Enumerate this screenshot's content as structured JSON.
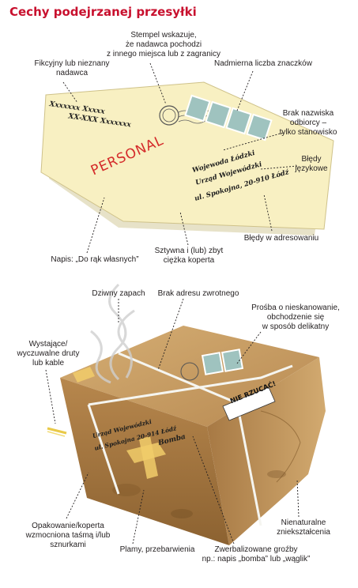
{
  "title": "Cechy podejrzanej przesyłki",
  "envelope": {
    "sender_line1": "Xxxxxxx Xxxxx",
    "sender_line2": "XX-XXX Xxxxxxx",
    "personal": "PERSONAL",
    "addr_line1": "Wojewoda Łódzki",
    "addr_line2": "Urząd Wojewódzki",
    "addr_line3": "ul. Spokojna, 20-910 Łódź"
  },
  "package": {
    "addr_line1": "Urząd Wojewódzki",
    "addr_line2": "ul. Spokojna 20-914 Łódź",
    "bomba": "Bomba",
    "sticker": "NIE RZUCAĆ!"
  },
  "labels": {
    "fictitious_sender": "Fikcyjny lub nieznany\nnadawca",
    "stamp_origin": "Stempel wskazuje,\nże nadawca pochodzi\nz innego miejsca lub z zagranicy",
    "excess_stamps": "Nadmierna liczba znaczków",
    "no_recipient_name": "Brak nazwiska\nodbiorcy –\ntylko stanowisko",
    "language_errors": "Błędy\njęzykowe",
    "address_errors": "Błędy w adresowaniu",
    "rigid_envelope": "Sztywna i (lub) zbyt\nciężka koperta",
    "personal_note": "Napis: „Do rąk własnych”",
    "strange_smell": "Dziwny zapach",
    "no_return_address": "Brak adresu zwrotnego",
    "scan_request": "Prośba o nieskanowanie,\nobchodzenie się\nw sposób delikatny",
    "wires": "Wystające/\nwyczuwalne druty\nlub kable",
    "reinforced_tape": "Opakowanie/koperta\nwzmocniona taśmą i/lub\nsznurkami",
    "stains": "Plamy, przebarwienia",
    "verbal_threats": "Zwerbalizowane groźby\nnp.: napis „bomba” lub „wąglik”",
    "unnatural_distortion": "Nienaturalne\nzniekształcenia"
  },
  "colors": {
    "title_red": "#c8102e",
    "envelope": "#f8f0c2",
    "stamp": "#9fc3bf",
    "box": "#c49a63",
    "box_dark": "#8a6334",
    "tape": "#f1cc6a"
  },
  "icons": [
    "postmark-icon",
    "stamp-icon",
    "smoke-icon",
    "wire-icon",
    "string-icon",
    "tape-icon"
  ]
}
